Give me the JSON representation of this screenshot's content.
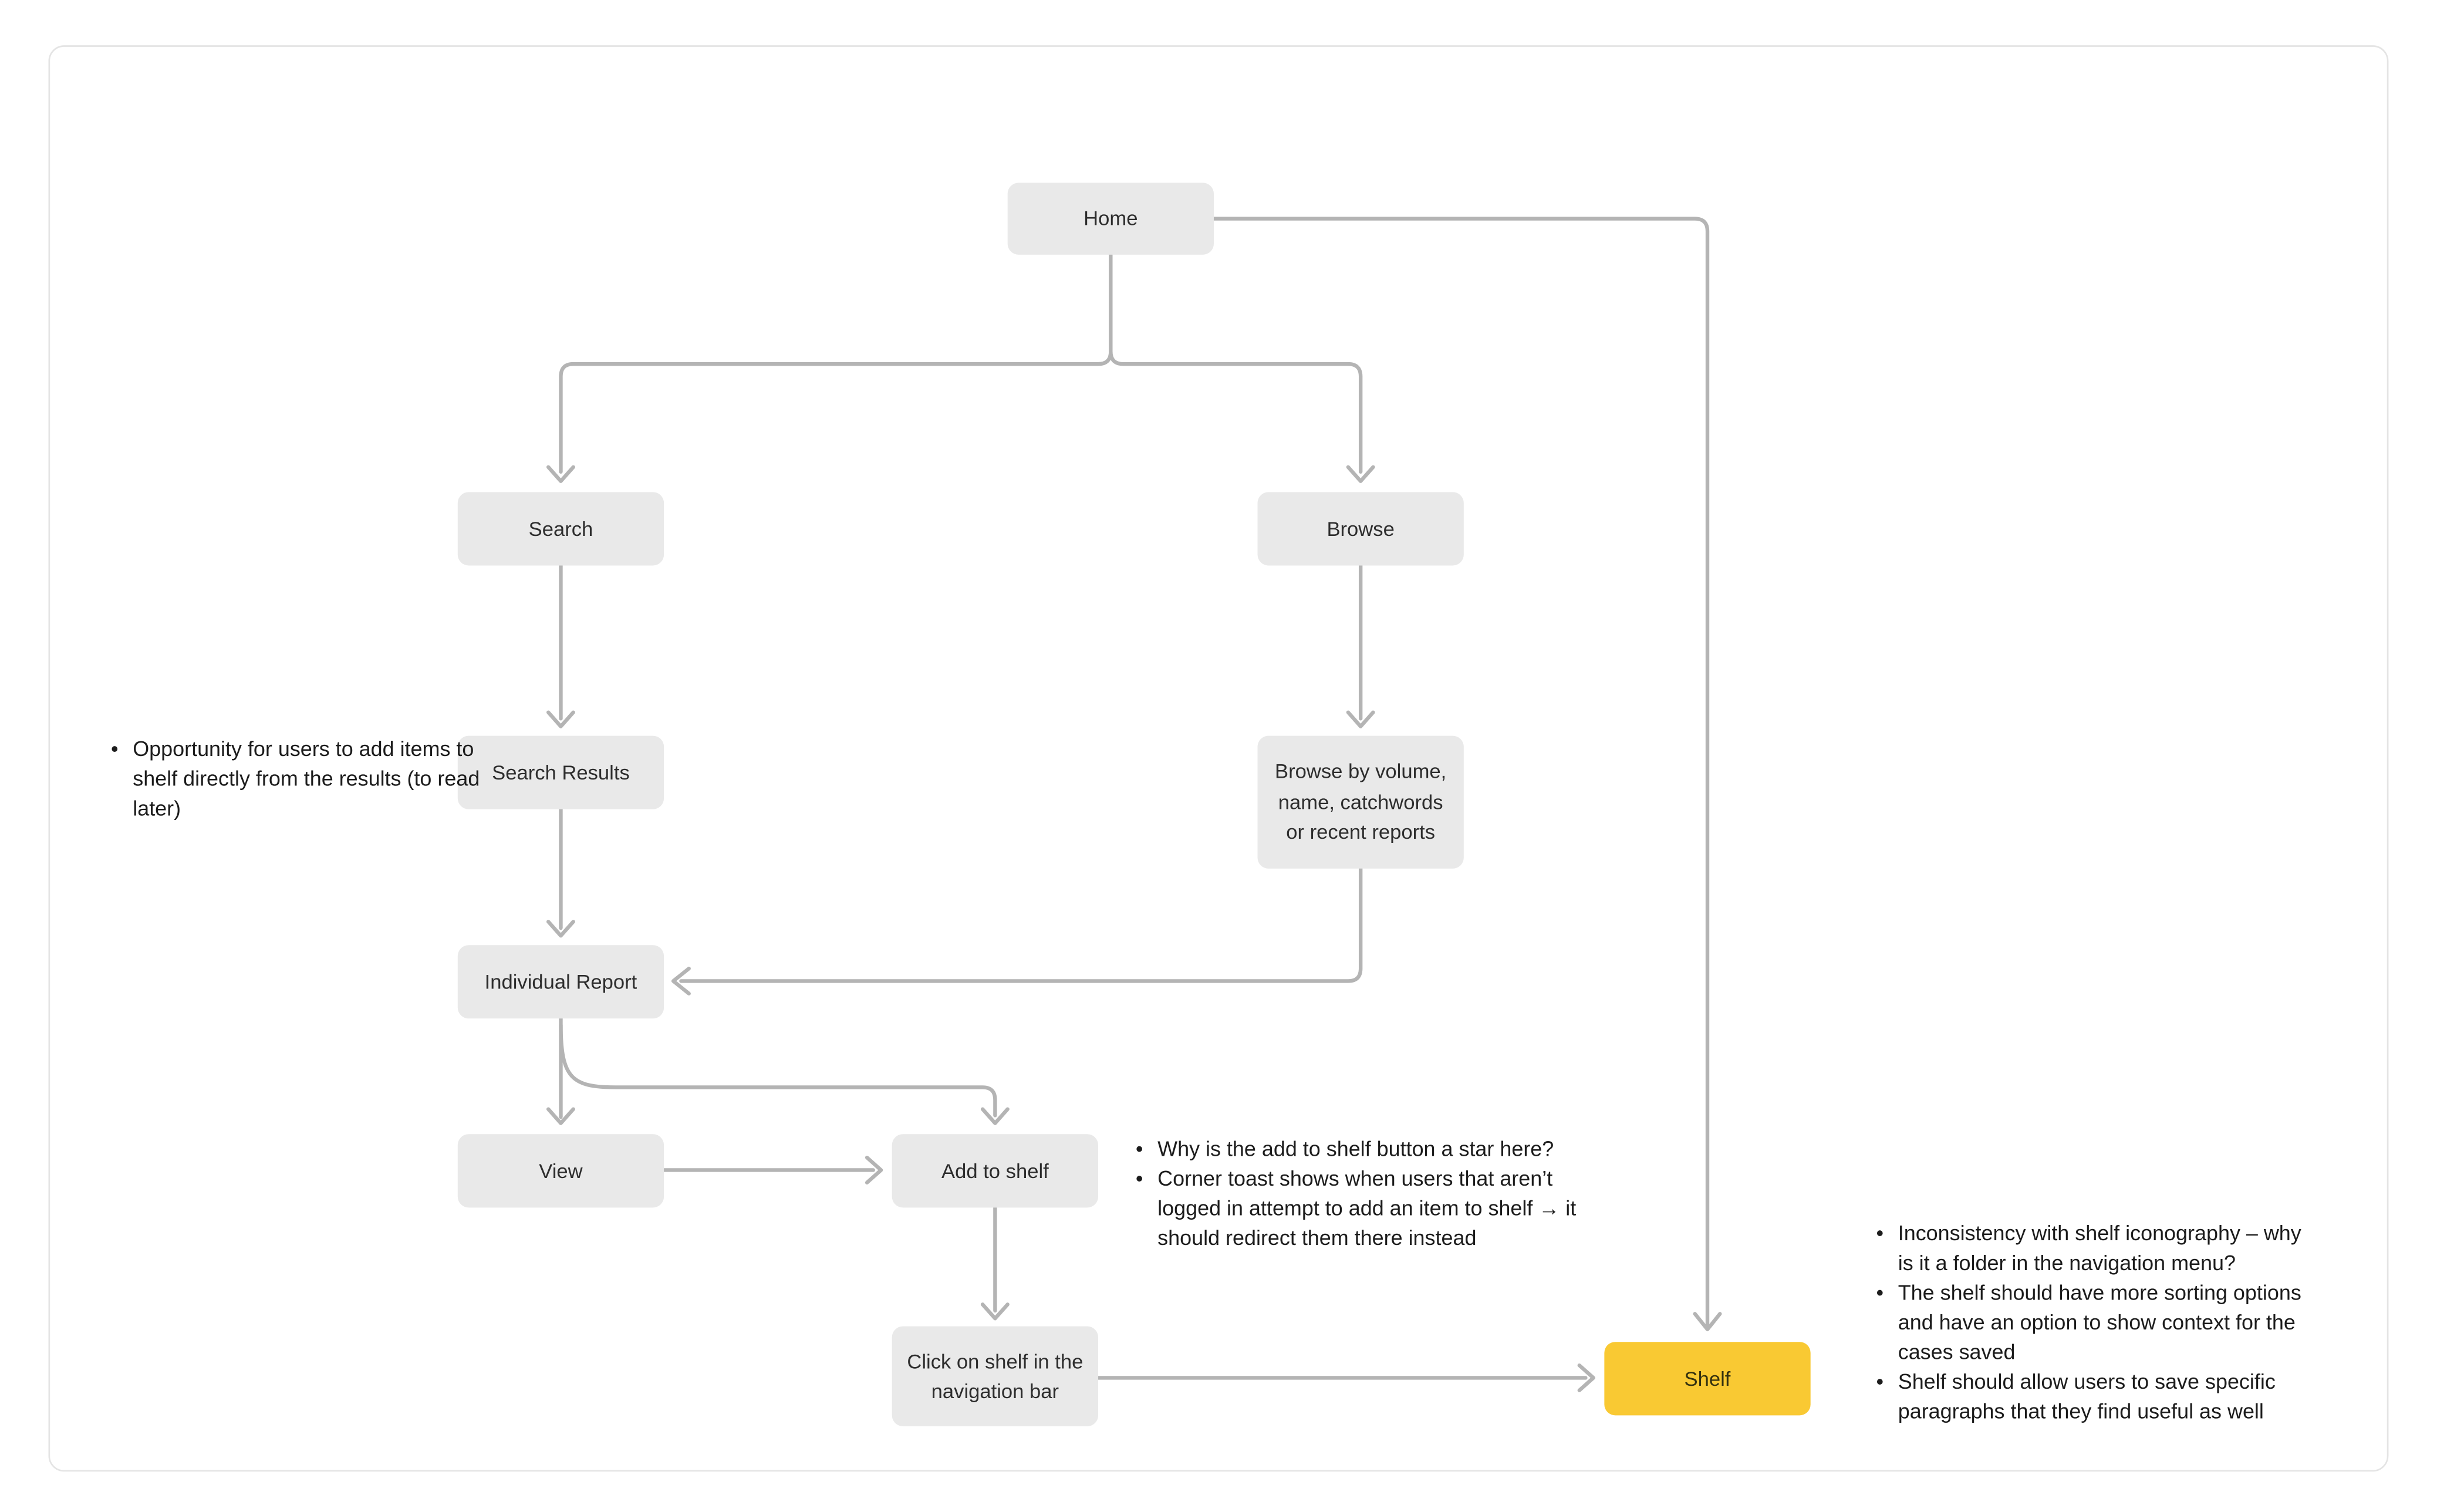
{
  "diagram": {
    "nodes": {
      "home": {
        "label": "Home"
      },
      "search": {
        "label": "Search"
      },
      "browse": {
        "label": "Browse"
      },
      "search_results": {
        "label": "Search Results"
      },
      "browse_by": {
        "label": "Browse by volume, name, catchwords or recent reports"
      },
      "individual_report": {
        "label": "Individual Report"
      },
      "view": {
        "label": "View"
      },
      "add_to_shelf": {
        "label": "Add to shelf"
      },
      "click_shelf": {
        "label": "Click on shelf in the navigation bar"
      },
      "shelf": {
        "label": "Shelf"
      }
    },
    "annotations": {
      "left": {
        "items": [
          "Opportunity for users to add items to shelf directly from the results (to read later)"
        ]
      },
      "mid": {
        "items": [
          "Why is the add to shelf button a star here?",
          "Corner toast shows when users that aren’t logged in attempt to add an item to shelf → it should redirect them there instead"
        ]
      },
      "right": {
        "items": [
          "Inconsistency with shelf iconography – why is it a folder in the navigation menu?",
          "The shelf should have more sorting options and have an option to show context for the cases saved",
          "Shelf should allow users to save specific paragraphs that they find useful as well"
        ]
      }
    },
    "colors": {
      "node_bg": "#E9E9E9",
      "highlight_bg": "#F9C933",
      "connector": "#B4B4B4"
    }
  }
}
